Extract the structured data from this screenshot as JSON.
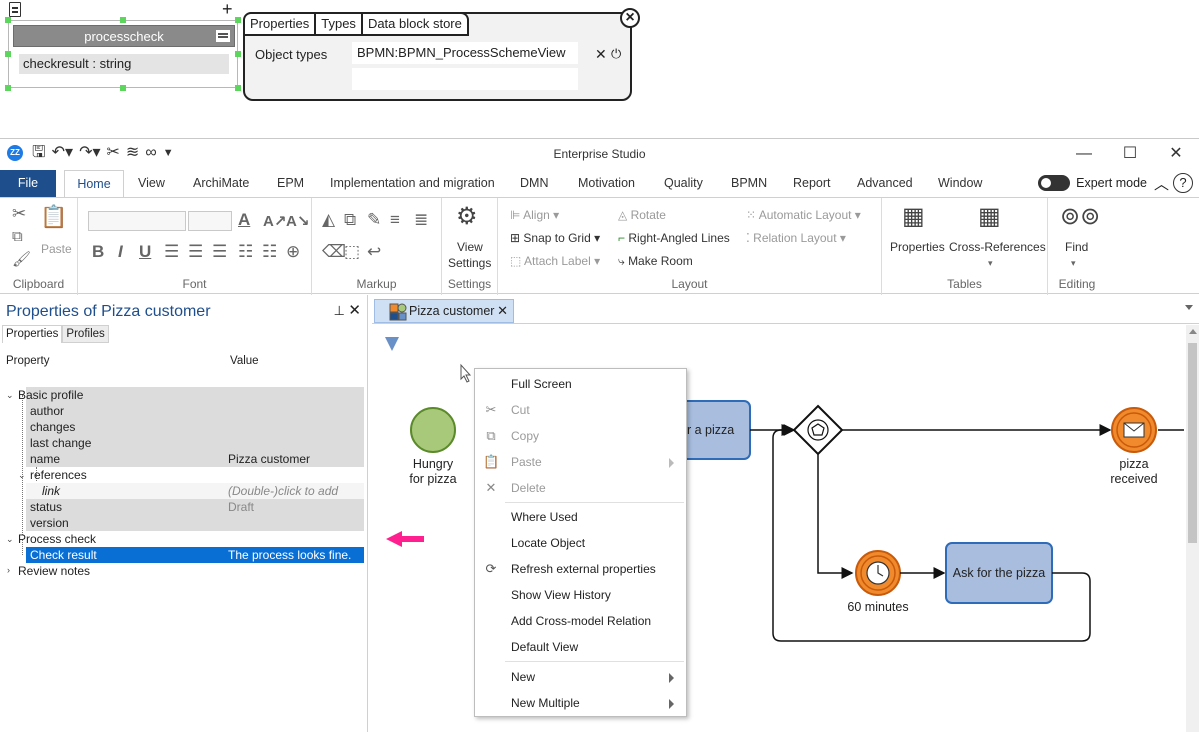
{
  "widget": {
    "class_name": "processcheck",
    "attribute": "checkresult : string",
    "tabs": [
      "Properties",
      "Types",
      "Data block store"
    ],
    "object_types_label": "Object types",
    "object_types_value": "BPMN:BPMN_ProcessSchemeView"
  },
  "app": {
    "title": "Enterprise Studio",
    "logo": "ZZ",
    "menu": {
      "file": "File",
      "home": "Home",
      "tabs": [
        "View",
        "ArchiMate",
        "EPM",
        "Implementation and migration",
        "DMN",
        "Motivation",
        "Quality",
        "BPMN",
        "Report",
        "Advanced",
        "Window"
      ],
      "expert_mode": "Expert mode"
    },
    "ribbon": {
      "clipboard": {
        "label": "Clipboard",
        "paste": "Paste"
      },
      "font": {
        "label": "Font"
      },
      "markup": {
        "label": "Markup"
      },
      "settings": {
        "label": "Settings",
        "view_settings_1": "View",
        "view_settings_2": "Settings"
      },
      "layout": {
        "label": "Layout",
        "align": "Align",
        "snap_to_grid": "Snap to Grid",
        "attach_label": "Attach Label",
        "rotate": "Rotate",
        "right_angled_lines": "Right-Angled Lines",
        "make_room": "Make Room",
        "automatic_layout": "Automatic Layout",
        "relation_layout": "Relation Layout"
      },
      "tables": {
        "label": "Tables",
        "properties": "Properties",
        "cross_references": "Cross-References"
      },
      "editing": {
        "label": "Editing",
        "find": "Find"
      }
    }
  },
  "properties_panel": {
    "title": "Properties of Pizza customer",
    "tabs": [
      "Properties",
      "Profiles"
    ],
    "col_property": "Property",
    "col_value": "Value",
    "rows": {
      "basic_profile": "Basic profile",
      "author": "author",
      "changes": "changes",
      "last_change": "last change",
      "name": "name",
      "name_value": "Pizza customer",
      "references": "references",
      "link": "link",
      "link_value": "(Double-)click to add",
      "status": "status",
      "status_value": "Draft",
      "version": "version",
      "process_check": "Process check",
      "check_result": "Check result",
      "check_result_value": "The process looks fine.",
      "review_notes": "Review notes"
    }
  },
  "canvas": {
    "doc_tab": "Pizza customer",
    "start_event": [
      "Hungry",
      "for pizza"
    ],
    "task_1": "r a pizza",
    "end_event": [
      "pizza",
      "received"
    ],
    "timer_event": "60 minutes",
    "task_2": "Ask for the pizza"
  },
  "context_menu": {
    "items": [
      "Full Screen",
      "Cut",
      "Copy",
      "Paste",
      "Delete",
      "Where Used",
      "Locate Object",
      "Refresh external properties",
      "Show View History",
      "Add Cross-model Relation",
      "Default View",
      "New",
      "New Multiple"
    ]
  },
  "colors": {
    "accent": "#1e4e8c",
    "selection": "#0a6fd4",
    "task_fill": "#a9bedf",
    "task_stroke": "#2e6bb8",
    "start_fill": "#a9c97a",
    "end_fill": "#f08a2c",
    "arrow": "#ff1f8e"
  }
}
